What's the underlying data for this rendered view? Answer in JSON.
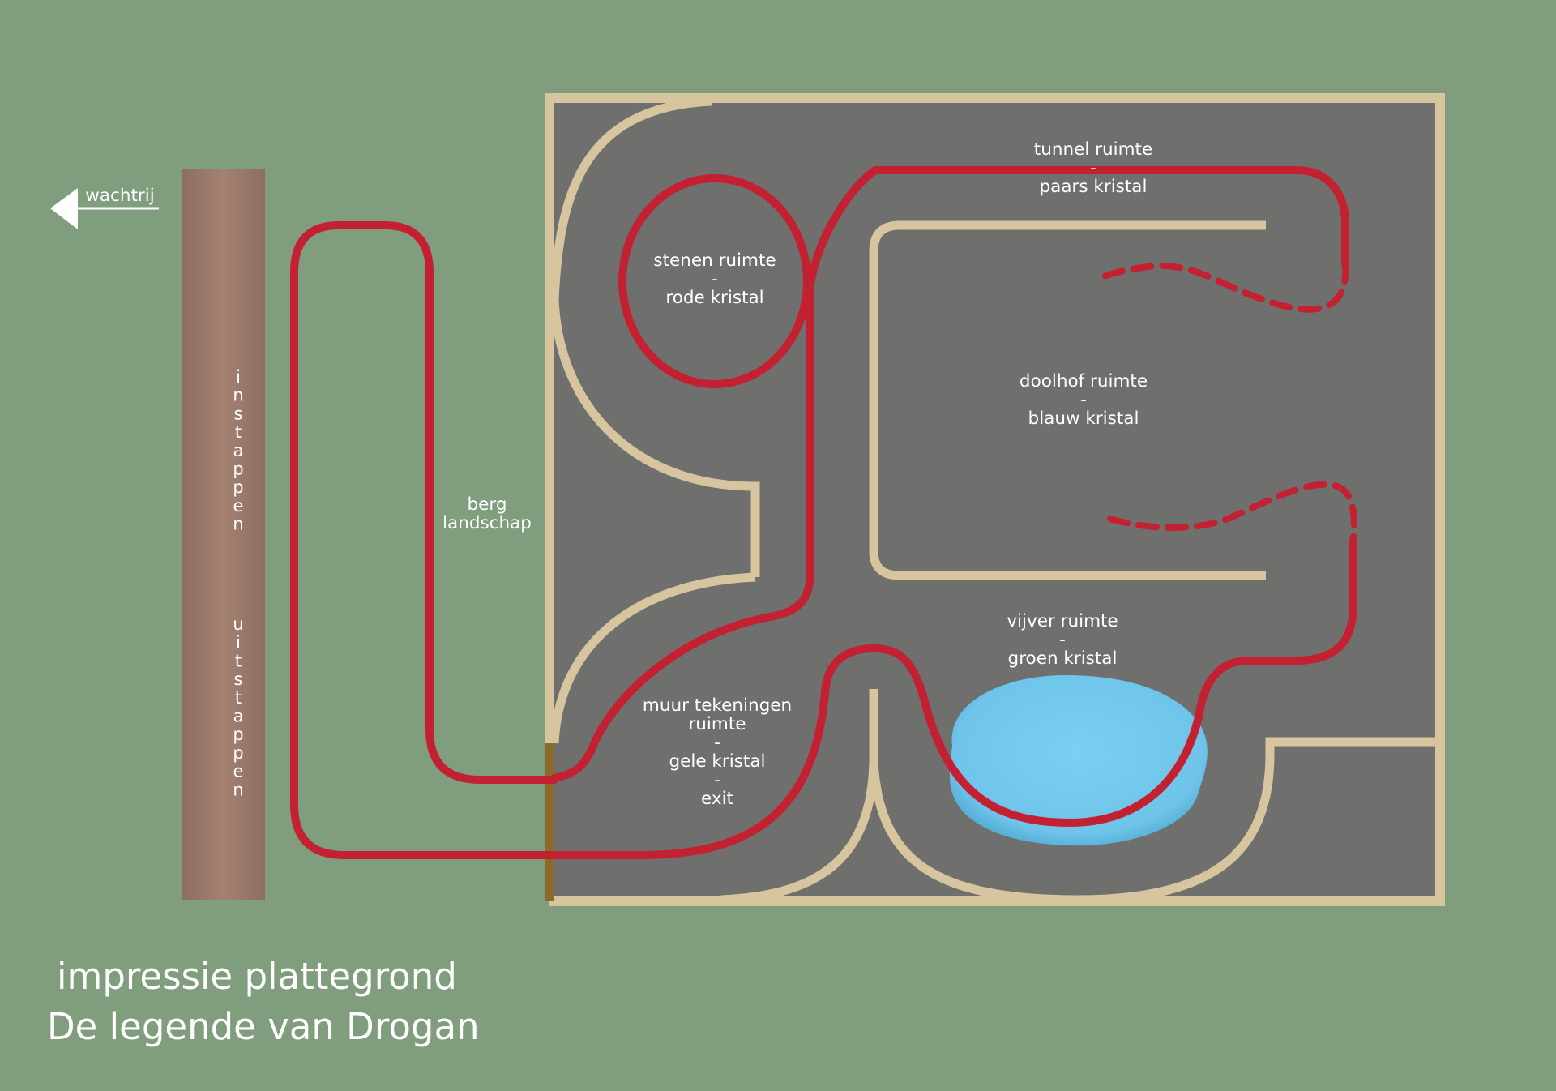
{
  "legend": {
    "queue_label": "wachtrij",
    "boarding_label": "instappen",
    "alighting_label": "uitstappen"
  },
  "rooms": {
    "berg": {
      "line1": "berg",
      "line2": "landschap"
    },
    "stenen": {
      "line1": "stenen ruimte",
      "dash": "-",
      "line2": "rode kristal"
    },
    "tunnel": {
      "line1": "tunnel ruimte",
      "dash": "-",
      "line2": "paars kristal"
    },
    "doolhof": {
      "line1": "doolhof ruimte",
      "dash": "-",
      "line2": "blauw kristal"
    },
    "vijver": {
      "line1": "vijver ruimte",
      "dash": "-",
      "line2": "groen kristal"
    },
    "muur": {
      "line1": "muur tekeningen",
      "line2": "ruimte",
      "dash1": "-",
      "line3": "gele kristal",
      "dash2": "-",
      "line4": "exit"
    }
  },
  "title": {
    "line1": "impressie plattegrond",
    "line2": "De legende van Drogan"
  },
  "colors": {
    "background": "#809d7e",
    "floor": "#6f706e",
    "wall": "#d7c59f",
    "track": "#c32131",
    "water": "#7acdf0",
    "platform": "#98736a",
    "door": "#8a6b2a"
  }
}
